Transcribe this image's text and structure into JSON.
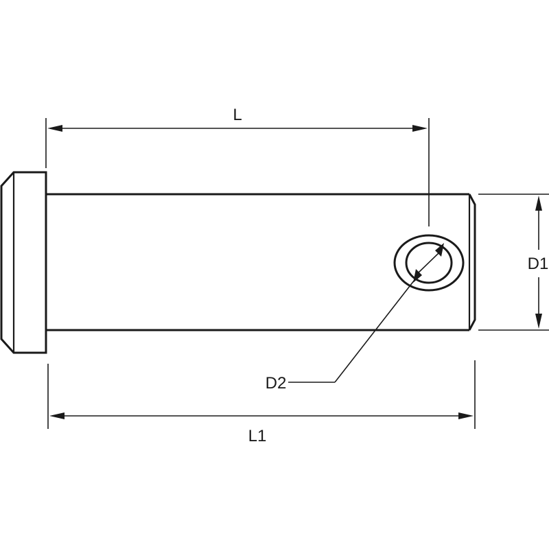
{
  "labels": {
    "L": "L",
    "L1": "L1",
    "D1": "D1",
    "D2": "D2"
  },
  "colors": {
    "line": "#1a1a1a",
    "background": "#ffffff"
  }
}
